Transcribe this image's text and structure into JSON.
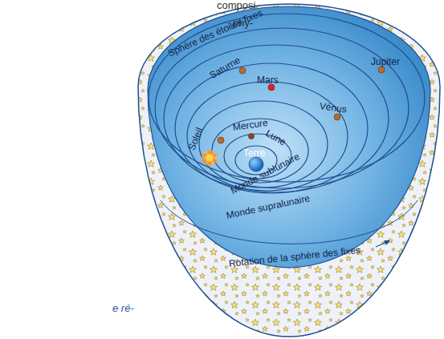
{
  "diagram": {
    "labels": [
      "composi-",
      "phy-",
      "e ré-",
      "Sphère des étoiles fixes",
      "Saturne",
      "Jupiter",
      "Mars",
      "Vénus",
      "Mercure",
      "Lune",
      "Soleil",
      "Terre",
      "Monde sublunaire",
      "Monde supralunaire",
      "Rotation de la sphère des fixes"
    ]
  }
}
